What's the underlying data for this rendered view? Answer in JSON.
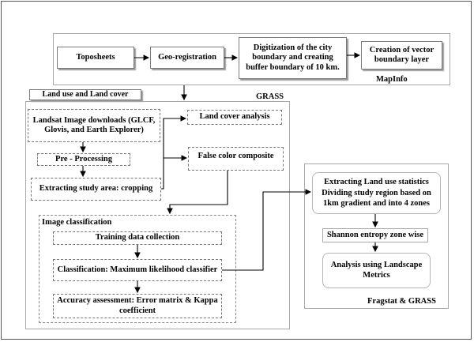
{
  "top": {
    "boxes": [
      "Toposheets",
      "Geo-registration",
      "Digitization of the city boundary and creating buffer boundary of 10 km.",
      "Creation of vector boundary layer"
    ],
    "software": "MapInfo"
  },
  "land_use_title": "Land use and Land cover",
  "grass": {
    "software": "GRASS",
    "download": "Landsat Image downloads (GLCF, Glovis, and Earth Explorer)",
    "preprocessing": "Pre - Processing",
    "cropping": "Extracting study area: cropping",
    "land_cover_analysis": "Land cover analysis",
    "false_color": "False color composite"
  },
  "classification": {
    "title": "Image classification",
    "training": "Training data collection",
    "ml": "Classification: Maximum likelihood classifier",
    "accuracy": "Accuracy assessment: Error matrix & Kappa coefficient"
  },
  "fragstat": {
    "extract_stats": "Extracting Land use statistics",
    "dividing": "Dividing study region based on 1km gradient and into 4 zones",
    "shannon": "Shannon entropy zone wise",
    "analysis": "Analysis using Landscape Metrics",
    "software": "Fragstat & GRASS"
  }
}
